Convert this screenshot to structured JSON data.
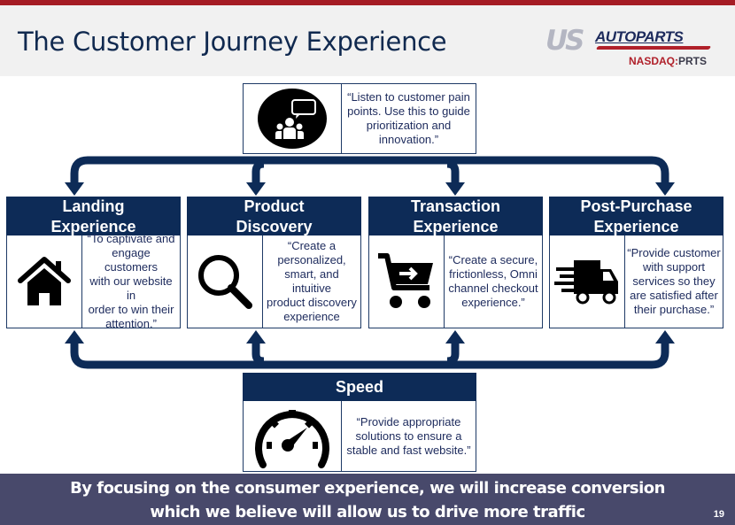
{
  "header": {
    "title": "The Customer Journey Experience",
    "logo": {
      "us": "US",
      "autoparts": "AUTOPARTS",
      "exchange": "NASDAQ:",
      "ticker": "PRTS"
    }
  },
  "voice_of_customer": {
    "icon": "customer-feedback-icon",
    "quote_lines": [
      "“Listen to customer pain",
      "points. Use this to guide",
      "prioritization and",
      "innovation.”"
    ]
  },
  "stages": [
    {
      "title_lines": [
        "Landing",
        "Experience"
      ],
      "icon": "house-icon",
      "quote_lines": [
        "“To captivate and",
        "engage customers",
        "with our website in",
        "order to win their",
        "attention.”"
      ]
    },
    {
      "title_lines": [
        "Product",
        "Discovery"
      ],
      "icon": "magnifier-icon",
      "quote_lines": [
        "“Create a",
        "personalized,",
        "smart, and intuitive",
        "product discovery",
        "experience"
      ]
    },
    {
      "title_lines": [
        "Transaction",
        "Experience"
      ],
      "icon": "cart-icon",
      "quote_lines": [
        "“Create a secure,",
        "frictionless, Omni",
        "channel checkout",
        "experience.”"
      ]
    },
    {
      "title_lines": [
        "Post-Purchase",
        "Experience"
      ],
      "icon": "delivery-truck-icon",
      "quote_lines": [
        "“Provide customer",
        "with support",
        "services so they",
        "are satisfied after",
        "their purchase.”"
      ]
    }
  ],
  "speed": {
    "title": "Speed",
    "icon": "speedometer-icon",
    "quote_lines": [
      "“Provide appropriate",
      "solutions to ensure a",
      "stable and fast website.”"
    ]
  },
  "footer": {
    "banner_lines": [
      "By focusing on the consumer experience, we will increase conversion",
      "which we believe will allow us to drive more traffic"
    ],
    "page_number": "19"
  },
  "colors": {
    "accent_red": "#a51c24",
    "navy": "#0d2b57",
    "banner": "#48496b"
  }
}
